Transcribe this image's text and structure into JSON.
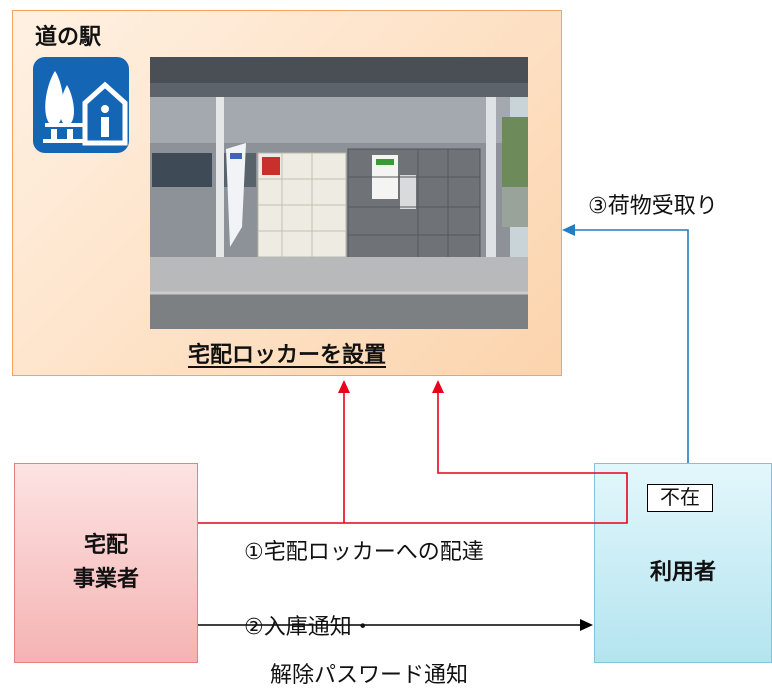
{
  "station": {
    "label": "道の駅",
    "logo_icon": "michi-no-eki-logo-icon",
    "photo": "parcel-locker-photo",
    "caption": "宅配ロッカーを設置"
  },
  "courier": {
    "line1": "宅配",
    "line2": "事業者"
  },
  "user": {
    "label": "利用者",
    "absent_badge": "不在"
  },
  "flows": {
    "delivery": "①宅配ロッカーへの配達",
    "notice_line1": "②入庫通知・",
    "notice_line2": "解除パスワード通知",
    "pickup": "③荷物受取り"
  },
  "colors": {
    "delivery_arrow": "#e8001c",
    "notice_arrow": "#000000",
    "pickup_arrow": "#1f7ec4"
  }
}
